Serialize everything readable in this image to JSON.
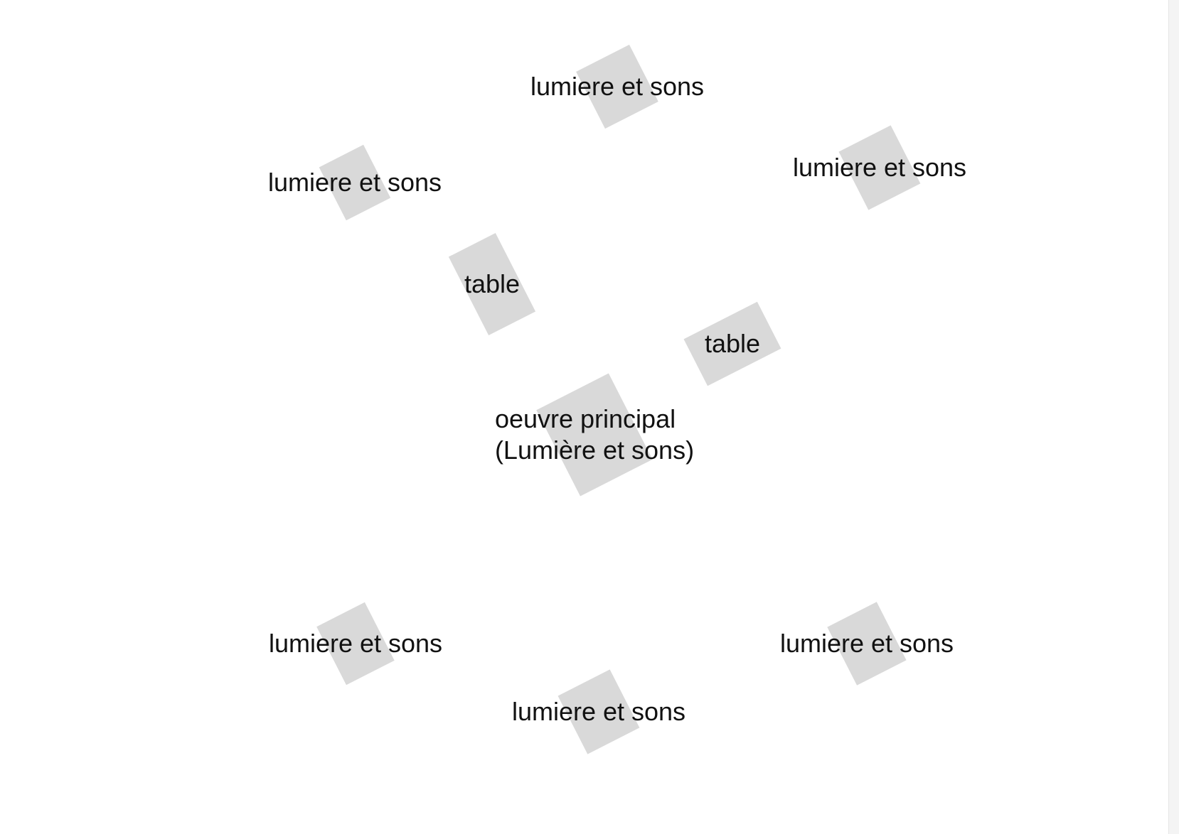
{
  "nodes": [
    {
      "label": "lumiere et sons"
    },
    {
      "label": "lumiere et sons"
    },
    {
      "label": "lumiere et sons"
    },
    {
      "label": "table"
    },
    {
      "label": "table"
    },
    {
      "label": "oeuvre principal\n(Lumière et sons)"
    },
    {
      "label": "lumiere et sons"
    },
    {
      "label": "lumiere et sons"
    },
    {
      "label": "lumiere et sons"
    }
  ],
  "colors": {
    "background": "#ffffff",
    "shape": "#d9d9d9",
    "text": "#111111"
  }
}
